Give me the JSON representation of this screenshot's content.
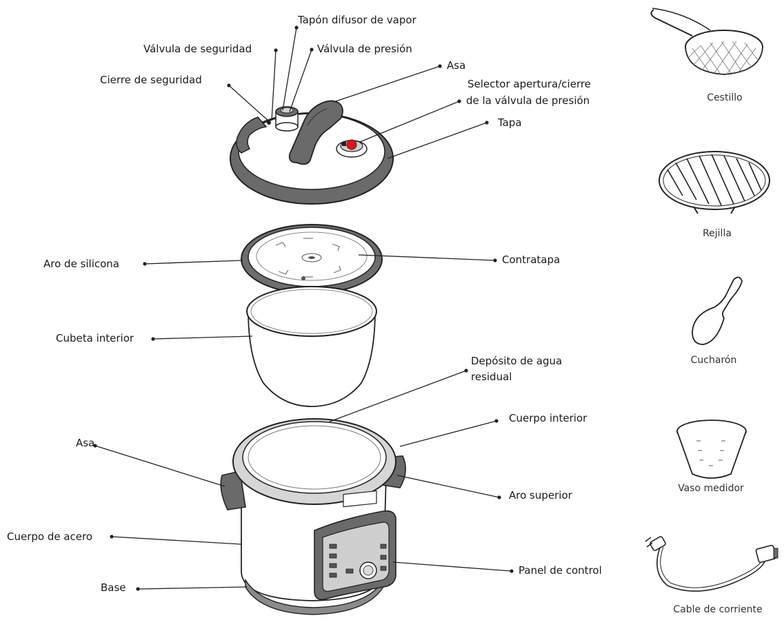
{
  "colors": {
    "background": "#ffffff",
    "line": "#222222",
    "body_fill": "#ffffff",
    "dark_fill": "#5a5a5a",
    "mid_fill": "#8a8a8a",
    "light_fill": "#d6d6d6",
    "valve_red": "#d7191f",
    "text": "#1a1a1a"
  },
  "labels": {
    "tapon_difusor": "Tapón difusor de vapor",
    "valvula_seguridad": "Válvula de seguridad",
    "valvula_presion": "Válvula de presión",
    "asa_tapa": "Asa",
    "cierre_seguridad": "Cierre de seguridad",
    "selector_line1": "Selector apertura/cierre",
    "selector_line2": "de la válvula de presión",
    "tapa": "Tapa",
    "aro_silicona": "Aro de silicona",
    "contratapa": "Contratapa",
    "cubeta_interior": "Cubeta interior",
    "deposito_line1": "Depósito de agua",
    "deposito_line2": "residual",
    "cuerpo_interior": "Cuerpo interior",
    "asa_cuerpo": "Asa",
    "aro_superior": "Aro superior",
    "cuerpo_acero": "Cuerpo de acero",
    "panel_control": "Panel de control",
    "base": "Base"
  },
  "accessories": [
    {
      "id": "cestillo",
      "label": "Cestillo",
      "icon": "basket-icon"
    },
    {
      "id": "rejilla",
      "label": "Rejilla",
      "icon": "rack-icon"
    },
    {
      "id": "cucharon",
      "label": "Cucharón",
      "icon": "ladle-icon"
    },
    {
      "id": "vaso",
      "label": "Vaso medidor",
      "icon": "measuring-cup-icon"
    },
    {
      "id": "cable",
      "label": "Cable de corriente",
      "icon": "power-cable-icon"
    }
  ]
}
